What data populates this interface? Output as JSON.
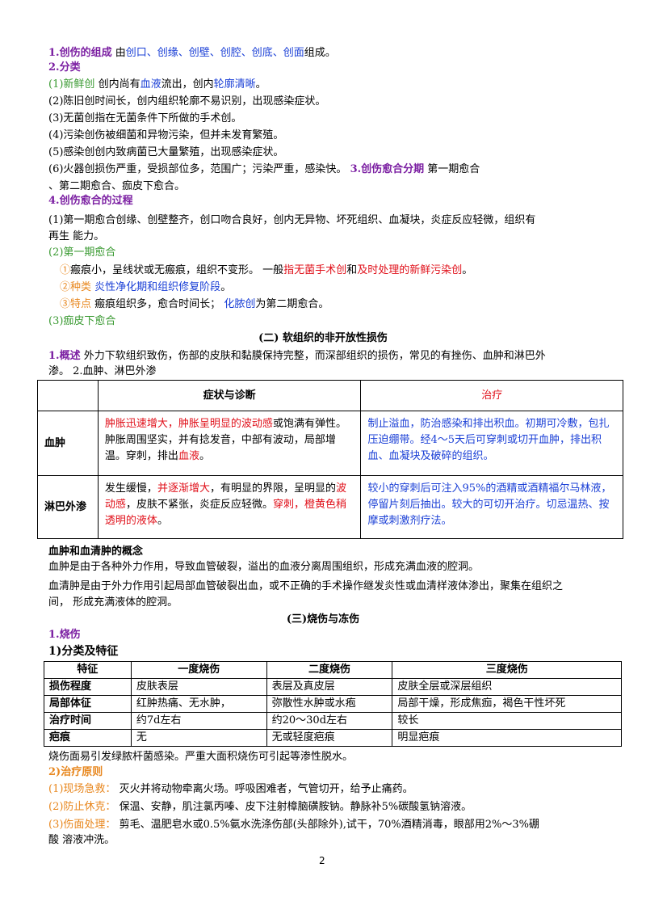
{
  "sec_composition": {
    "head": "1.创伤的组成",
    "lead": "由",
    "p1": "创口、创缘、创壁、创腔、创底、创面",
    "tail": "组成。"
  },
  "sec_class": {
    "head": "2.分类",
    "fresh_label": "(1)新鲜创",
    "fresh_a": "创内尚有",
    "fresh_b": "血液",
    "fresh_c": "流出，创内",
    "fresh_d": "轮廓清晰",
    "fresh_e": "。",
    "item2": "(2)陈旧创时间长，创内组织轮廓不易识别，出现感染症状。",
    "item3": "(3)无菌创指在无菌条件下所做的手术创。",
    "item4": "(4)污染创伤被细菌和异物污染，但并未发育繁殖。",
    "item5": "(5)感染创创内致病菌已大量繁殖，出现感染症状。",
    "item6": "(6)火器创损伤严重，受损部位多，范围广；污染严重，感染快。",
    "stage_head": "3.创伤愈合分期",
    "stage_a": "第一期愈合",
    "stage_b": "、第二期愈合、痂皮下愈合。"
  },
  "sec_heal": {
    "head": "4.创伤愈合的过程",
    "p1a": "(1)第一期愈合创缘、创壁整齐，创口吻合良好，创内无异物、坏死组织、血凝块，炎症反应轻微，组织有",
    "p1b": "再生  能力。",
    "p2": "(2)第一期愈合",
    "c1_mark": "①",
    "c1_a": "瘢痕小，呈线状或无瘢痕，组织不变形。  一般",
    "c1_b": "指无菌手术创",
    "c1_c": "和",
    "c1_d": "及时处理的新鲜污染创",
    "c1_e": "。",
    "c2_mark": "②",
    "c2_label": "种类",
    "c2_b": "炎性净化期和组织修复阶段",
    "c2_c": "。",
    "c3_mark": "③",
    "c3_label": "特点",
    "c3_b": "瘢痕组织多，愈合时间长；",
    "c3_c": "化脓创",
    "c3_d": "为第二期愈合。",
    "p3": "(3)痂皮下愈合"
  },
  "sec_soft": {
    "title": "(二)  软组织的非开放性损伤",
    "ov_label": "1.概述",
    "ov_a": "外力下软组织致伤，伤部的皮肤和黏膜保持完整，而深部组织的损伤，常见的有挫伤、血肿和淋巴外",
    "ov_b": "渗。 2.血肿、淋巴外渗",
    "table": {
      "h_sym": "症状与诊断",
      "h_tre": "治疗",
      "r1_name": "血肿",
      "r1_s1": "肿胀迅速增大，肿胀呈明显的波动感",
      "r1_s2": "或饱满有弹性。肿胀周围坚实，并有捻发音，中部有波动，局部增温。穿刺，排出",
      "r1_s3": "血液",
      "r1_s4": "。",
      "r1_t": "制止溢血，防治感染和排出积血。初期可冷敷，包扎压迫绷带。经4～5天后可穿刺或切开血肿，排出积血、血凝块及破碎的组织。",
      "r2_name": "淋巴外渗",
      "r2_s1": "发生缓慢，",
      "r2_s2": "并逐渐增大",
      "r2_s3": "，有明显的界限，呈明显的",
      "r2_s4": "波动感",
      "r2_s5": "，皮肤不紧张，炎症反应轻微。",
      "r2_s6": "穿刺，橙黄色稍透明的液体",
      "r2_s7": "。",
      "r2_t": "较小的穿刺后可注入95%的酒精或酒精福尔马林液，停留片刻后抽出。较大的可切开治疗。切忌温热、按摩或刺激剂疗法。"
    },
    "concept_head": "血肿和血清肿的概念",
    "concept_1": "血肿是由于各种外力作用，导致血管破裂，溢出的血液分离周围组织，形成充满血液的腔洞。",
    "concept_2a": "血清肿是由于外力作用引起局部血管破裂出血，或不正确的手术操作继发炎性或血清样液体渗出，聚集在组织之",
    "concept_2b": "间，  形成充满液体的腔洞。"
  },
  "sec_burn": {
    "title": "(三)烧伤与冻伤",
    "head1": "1.烧伤",
    "head2": "1)分类及特征",
    "table": {
      "header": [
        "特征",
        "一度烧伤",
        "二度烧伤",
        "三度烧伤"
      ],
      "rows": [
        [
          "损伤程度",
          "皮肤表层",
          "表层及真皮层",
          "皮肤全层或深层组织"
        ],
        [
          "局部体征",
          "红肿热痛、无水肿，",
          "弥散性水肿或水疱",
          "局部干燥，形成焦痂，褐色干性坏死"
        ],
        [
          "治疗时间",
          "约7d左右",
          "约20～30d左右",
          "较长"
        ],
        [
          "疤痕",
          "无",
          "无或轻度疤痕",
          "明显疤痕"
        ]
      ]
    },
    "note": "烧伤面易引发绿脓杆菌感染。严重大面积烧伤可引起等渗性脱水。",
    "head3": "2)治疗原则",
    "t1_label": "(1)现场急救：",
    "t1_text": "灭火并将动物牵离火场。呼吸困难者，气管切开，给予止痛药。",
    "t2_label": "(2)防止休克：",
    "t2_text": "保温、安静，肌注氯丙嗪、皮下注射樟脑磺胺钠。静脉补5%碳酸氢钠溶液。",
    "t3_label": "(3)伤面处理：",
    "t3_text": "剪毛、温肥皂水或0.5%氨水洗涤伤部(头部除外),试干，70%酒精消毒，眼部用2%～3%硼",
    "t3_text2": "酸  溶液冲洗。"
  },
  "page_number": "2"
}
